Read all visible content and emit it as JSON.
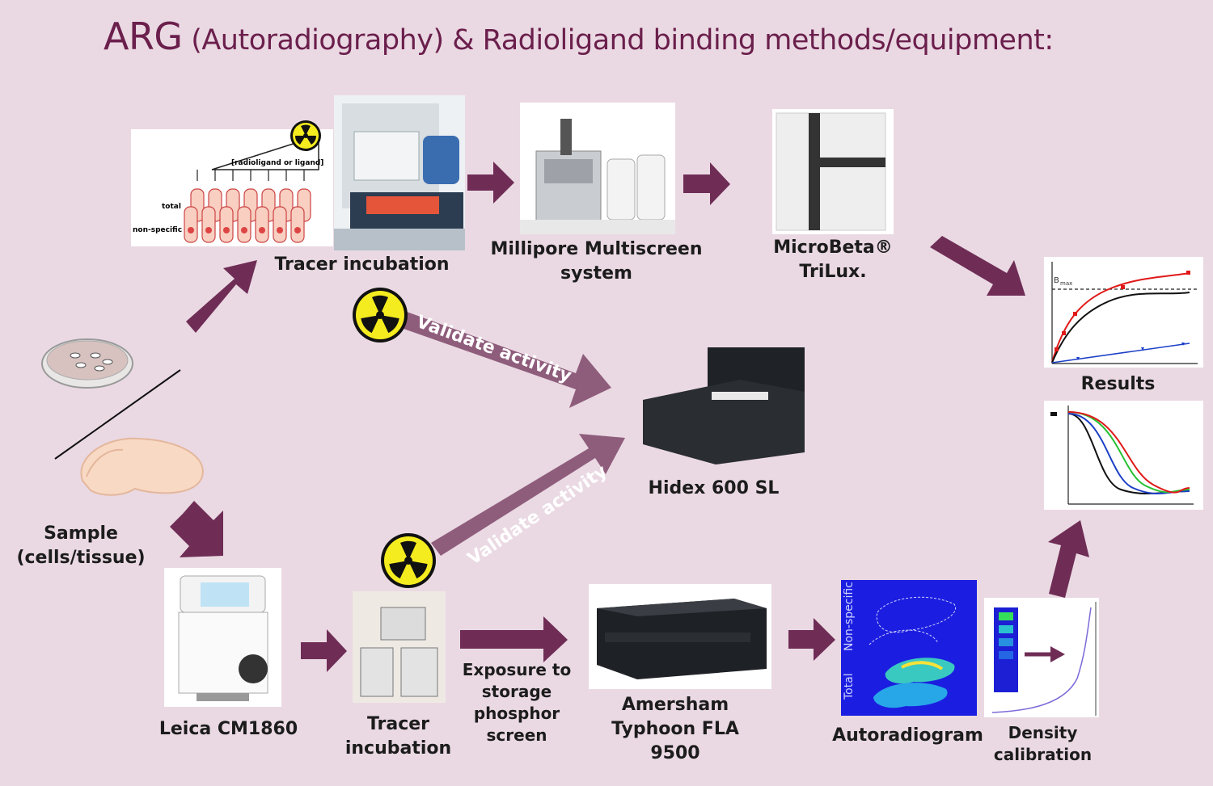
{
  "title": {
    "prefix": "ARG",
    "rest": " (Autoradiography) & Radioligand binding methods/equipment:"
  },
  "colors": {
    "background": "#ead9e3",
    "arrow": "#6f2d56",
    "arrow_light": "#8f5d7c",
    "title": "#6b1f4c"
  },
  "nodes": {
    "tracer_top": {
      "label": "Tracer incubation"
    },
    "binding_figure": {
      "header": "[radioligand or ligand]",
      "row_total": "total",
      "row_nonspecific": "non-specific"
    },
    "millipore": {
      "line1": "Millipore Multiscreen",
      "line2": "system"
    },
    "microbeta": {
      "line1": "MicroBeta®",
      "line2": "TriLux."
    },
    "hidex": {
      "label": "Hidex 600 SL"
    },
    "results": {
      "label": "Results",
      "bmax": "B",
      "bmax_sub": "max"
    },
    "sample": {
      "line1": "Sample",
      "line2": "(cells/tissue)"
    },
    "leica": {
      "label": "Leica CM1860"
    },
    "tracer_bottom": {
      "line1": "Tracer",
      "line2": "incubation"
    },
    "exposure": {
      "line1": "Exposure to",
      "line2": "storage",
      "line3": "phosphor",
      "line4": "screen"
    },
    "amersham": {
      "line1": "Amersham",
      "line2": "Typhoon FLA",
      "line3": "9500"
    },
    "autoradiogram": {
      "label": "Autoradiogram",
      "nonspecific": "Non-specific",
      "total": "Total"
    },
    "density": {
      "line1": "Density",
      "line2": "calibration"
    }
  },
  "arrows": {
    "validate_top": "Validate activity",
    "validate_bottom": "Validate activity"
  },
  "icons": [
    "radiation-icon",
    "petri-dish-icon",
    "brain-icon",
    "cryostat-icon",
    "scanner-icon"
  ]
}
